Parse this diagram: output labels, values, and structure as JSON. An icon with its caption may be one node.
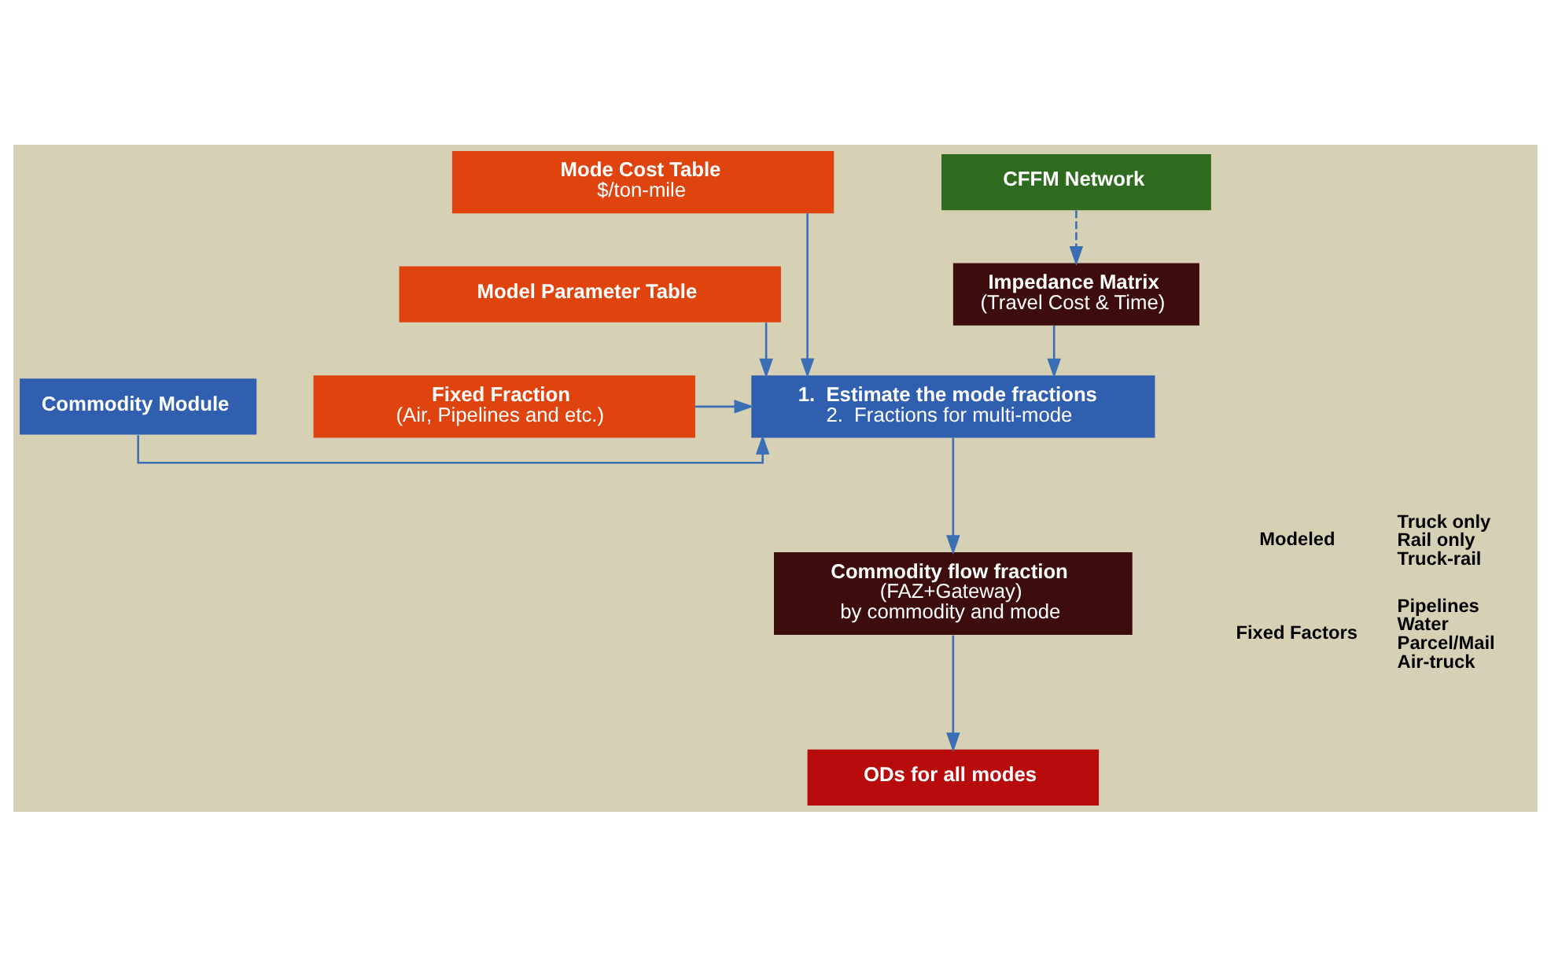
{
  "diagram": {
    "nodes": [
      {
        "text": [
          "CFFM Network"
        ]
      },
      {
        "text": [
          "Impedance Matrix",
          "(Travel Cost & Time)"
        ]
      },
      {
        "text": [
          "Mode Cost Table",
          "$/ton-mile"
        ]
      },
      {
        "text": [
          "Model Parameter Table"
        ]
      },
      {
        "text": [
          "Commodity Module"
        ]
      },
      {
        "text": [
          "1.  Estimate the mode fractions",
          "2.  Fractions for multi-mode"
        ]
      },
      {
        "text": [
          "Fixed Fraction",
          "(Air, Pipelines and etc.)"
        ]
      },
      {
        "text": [
          "Commodity flow fraction",
          "(FAZ+Gateway)",
          "by commodity and mode"
        ]
      },
      {
        "text": [
          "ODs for all modes"
        ]
      }
    ],
    "edges": [
      {
        "from": 0,
        "to": 1,
        "arrow": "to",
        "style": "dashed"
      },
      {
        "from": 1,
        "to": 5,
        "arrow": "to"
      },
      {
        "from": 4,
        "to": 5,
        "arrow": "to"
      },
      {
        "from": 2,
        "to": 5,
        "arrow": "to"
      },
      {
        "from": 3,
        "to": 5,
        "arrow": "to"
      },
      {
        "from": 6,
        "to": 5,
        "arrow": "to"
      },
      {
        "from": 5,
        "to": 7,
        "arrow": "to"
      },
      {
        "from": 7,
        "to": 8,
        "arrow": "to"
      }
    ],
    "labels": [
      "Modeled",
      "Truck only",
      "Rail only",
      "Truck-rail",
      "Fixed Factors",
      "Pipelines",
      "Water",
      "Parcel/Mail",
      "Air-truck"
    ]
  }
}
